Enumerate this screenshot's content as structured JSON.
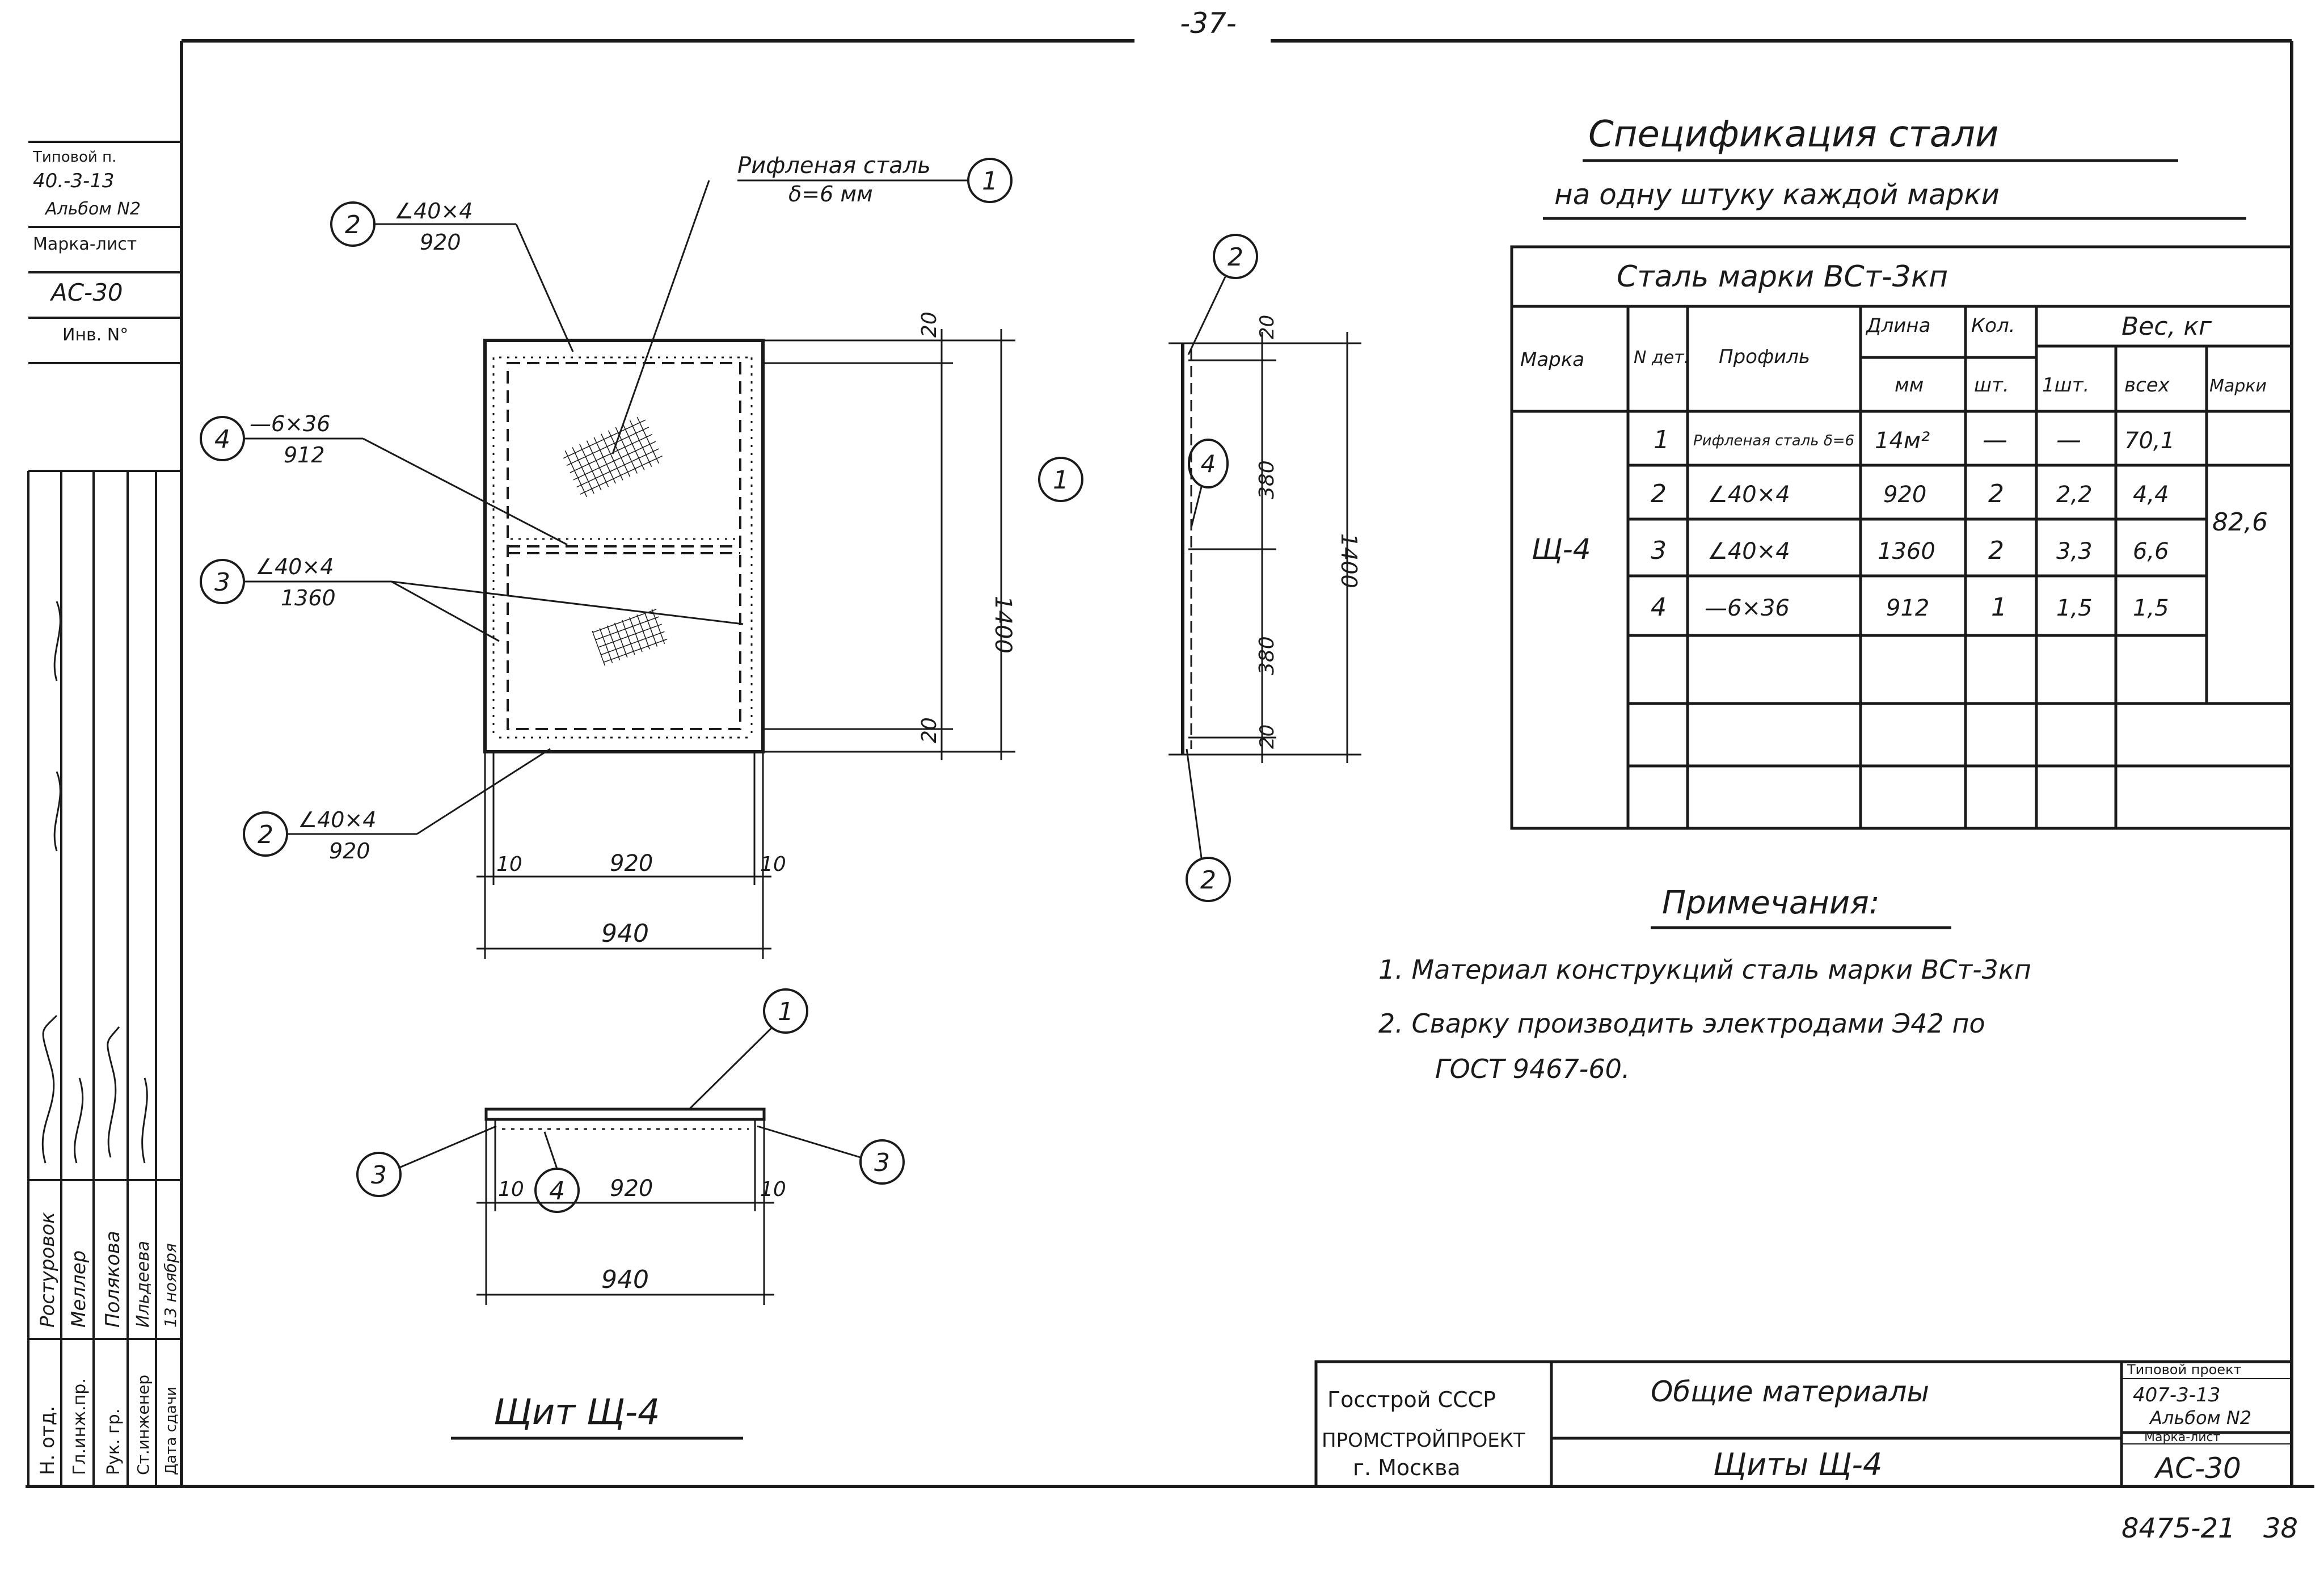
{
  "sheet": {
    "page_number": "-37-",
    "archive_number": "8475-21",
    "archive_page": "38"
  },
  "margin_stamp": {
    "top": [
      "Типовой п.",
      "40.-3-13",
      "Альбом N2",
      "Марка-лист",
      "АС-30",
      "Инв. N°"
    ],
    "roles": [
      "Н. отд.",
      "Гл.инж.пр.",
      "Рук. гр.",
      "Ст.инженер",
      "Дата сдачи"
    ],
    "names": [
      "Ростуровок",
      "Меллер",
      "Полякова",
      "Ильдеева",
      "13 ноября"
    ]
  },
  "drawing": {
    "title": "Щит Щ-4",
    "plan": {
      "callouts": [
        {
          "number": "1",
          "label": "Рифленая сталь",
          "sub": "δ=6 мм"
        },
        {
          "number": "2",
          "label": "∠40×4",
          "sub": "920"
        },
        {
          "number": "4",
          "label": "—6×36",
          "sub": "912"
        },
        {
          "number": "3",
          "label": "∠40×4",
          "sub": "1360"
        },
        {
          "number": "2",
          "label": "∠40×4",
          "sub": "920"
        }
      ],
      "dims": {
        "top_edge": "20",
        "height": "1400",
        "bottom_edge": "20",
        "left_gap": "10",
        "width_inner": "920",
        "right_gap": "10",
        "width_total": "940"
      },
      "right_marker": "1"
    },
    "section": {
      "markers": [
        "2",
        "4",
        "2"
      ],
      "dims": {
        "top": "20",
        "upper": "380",
        "lower": "380",
        "bottom": "20",
        "total": "1400"
      }
    },
    "bottom_view": {
      "markers": [
        "1",
        "3",
        "4",
        "3"
      ],
      "dims": {
        "left_gap": "10",
        "width_inner": "920",
        "right_gap": "10",
        "width_total": "940"
      }
    }
  },
  "spec": {
    "title": "Спецификация стали",
    "subtitle": "на одну штуку каждой марки",
    "steel_grade": "Сталь марки ВСт-3кп",
    "headers": {
      "mark": "Марка",
      "part_no": "N дет.",
      "profile": "Профиль",
      "length": "Длина",
      "length_unit": "мм",
      "qty": "Кол.",
      "qty_unit": "шт.",
      "weight": "Вес, кг",
      "w_one": "1шт.",
      "w_all": "всех",
      "w_mark": "Марки"
    },
    "mark_value": "Щ-4",
    "mark_total": "82,6",
    "rows": [
      {
        "no": "1",
        "profile": "Рифленая сталь δ=6",
        "length": "14м²",
        "qty": "—",
        "one": "—",
        "all": "70,1"
      },
      {
        "no": "2",
        "profile": "∠40×4",
        "length": "920",
        "qty": "2",
        "one": "2,2",
        "all": "4,4"
      },
      {
        "no": "3",
        "profile": "∠40×4",
        "length": "1360",
        "qty": "2",
        "one": "3,3",
        "all": "6,6"
      },
      {
        "no": "4",
        "profile": "—6×36",
        "length": "912",
        "qty": "1",
        "one": "1,5",
        "all": "1,5"
      }
    ]
  },
  "notes": {
    "title": "Примечания:",
    "items": [
      "1. Материал конструкций сталь марки ВСт-3кп",
      "2. Сварку производить электродами Э42 по",
      "ГОСТ 9467-60."
    ]
  },
  "title_block": {
    "org1": "Госстрой СССР",
    "org2": "ПРОМСТРОЙПРОЕКТ",
    "city": "г. Москва",
    "doc_title": "Общие материалы",
    "sheet_title": "Щиты Щ-4",
    "project_label": "Типовой проект",
    "project_no": "407-3-13",
    "album": "Альбом N2",
    "marka_label": "Марка-лист",
    "marka": "АС-30"
  }
}
